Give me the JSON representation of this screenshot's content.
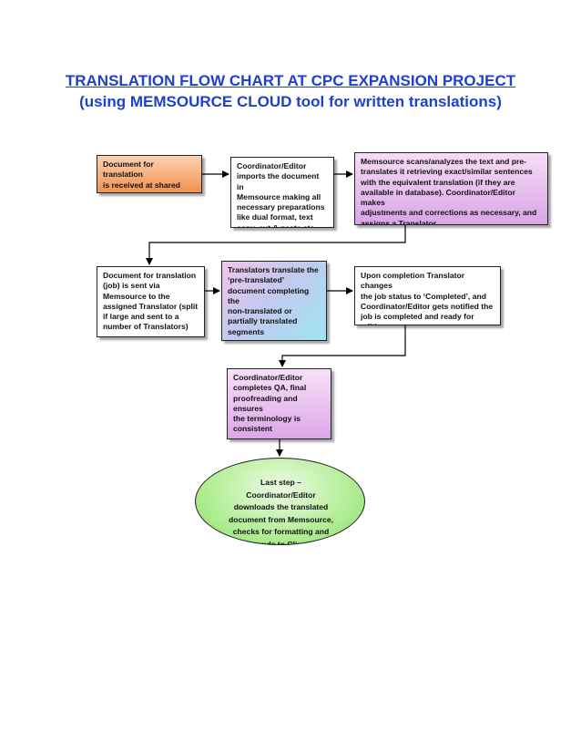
{
  "title": {
    "line1": "TRANSLATION FLOW CHART AT CPC EXPANSION PROJECT",
    "line2": "(using MEMSOURCE CLOUD tool for written translations)"
  },
  "steps": [
    {
      "text": "Document for translation\nis received at shared\nemail box"
    },
    {
      "text": "Coordinator/Editor\nimports the document in\nMemsource making all\nnecessary preparations\nlike dual format, text\ncopy, cut & paste etc."
    },
    {
      "text": "Memsource scans/analyzes the text and pre-\ntranslates it retrieving exact/similar sentences\nwith the equivalent translation (if they are\navailable in database). Coordinator/Editor makes\nadjustments and corrections as necessary, and\nassigns a Translator"
    },
    {
      "text": "Document for translation\n(job) is sent via\nMemsource to the\nassigned Translator (split\nif large and sent to a\nnumber of Translators)"
    },
    {
      "text": "Translators translate the\n‘pre-translated’\ndocument completing the\nnon-translated or\npartially translated\nsegments"
    },
    {
      "text": "Upon completion Translator changes\nthe job status to ‘Completed’, and\nCoordinator/Editor gets notified the\njob is completed and ready for editing"
    },
    {
      "text": "Coordinator/Editor\ncompletes QA, final\nproofreading and ensures\nthe terminology is\nconsistent"
    }
  ],
  "final_step": {
    "text": "Last step –\nCoordinator/Editor\ndownloads the translated\ndocument from Memsource,\nchecks for formatting and\nsends to Client"
  }
}
